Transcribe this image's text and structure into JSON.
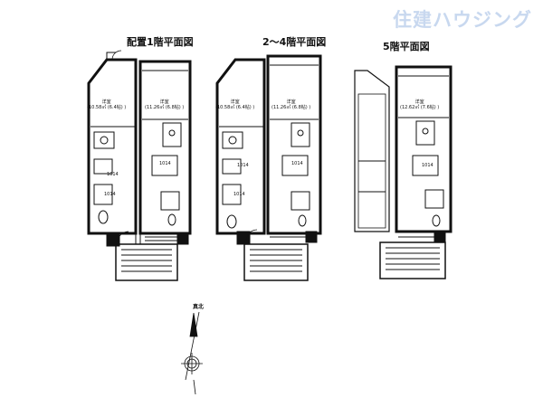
{
  "brand": {
    "logo_text": "住建ハウジング",
    "logo_color": "#c8d8ef"
  },
  "plans": [
    {
      "title": "配置1階平面図",
      "rooms": [
        {
          "name": "洋室",
          "area": "(10.58㎡ (6.4帖) )"
        },
        {
          "name": "洋室",
          "area": "(11.26㎡ (6.8帖) )"
        }
      ],
      "tags": [
        "1014",
        "1014",
        "1014"
      ]
    },
    {
      "title": "2～4階平面図",
      "rooms": [
        {
          "name": "洋室",
          "area": "(10.58㎡ (6.4帖) )"
        },
        {
          "name": "洋室",
          "area": "(11.26㎡ (6.8帖) )"
        }
      ],
      "tags": [
        "1014",
        "1014",
        "1014"
      ]
    },
    {
      "title": "5階平面図",
      "rooms": [
        {
          "name": "洋室",
          "area": "(12.62㎡ (7.6帖) )"
        }
      ],
      "tags": [
        "1014"
      ]
    }
  ],
  "compass": {
    "label": "真北"
  }
}
